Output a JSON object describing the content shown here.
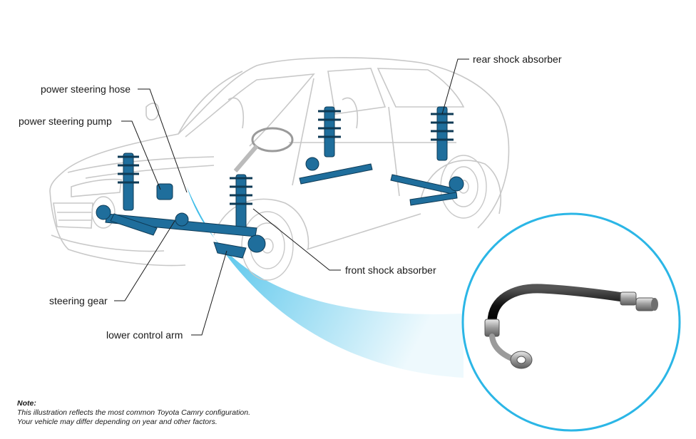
{
  "labels": {
    "power_steering_hose": "power steering hose",
    "power_steering_pump": "power steering pump",
    "rear_shock_absorber": "rear shock absorber",
    "front_shock_absorber": "front shock absorber",
    "steering_gear": "steering gear",
    "lower_control_arm": "lower control arm"
  },
  "note": {
    "title": "Note:",
    "line1": "This illustration reflects the most common Toyota Camry configuration.",
    "line2": "Your vehicle may differ depending on year and other factors."
  },
  "colors": {
    "component_blue": "#1f6e9c",
    "callout_cyan": "#2bb6e6",
    "outline_gray": "#c8c8c8",
    "text": "#1a1a1a"
  }
}
